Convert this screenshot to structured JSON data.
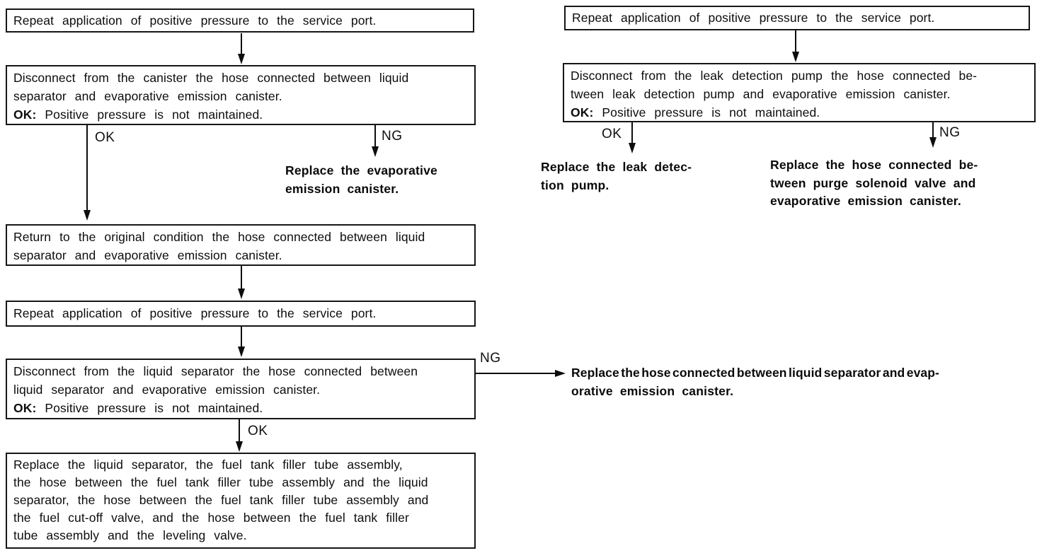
{
  "labels": {
    "ok": "OK",
    "ng": "NG"
  },
  "left": {
    "box1": {
      "text": "Repeat application of positive pressure to the service port."
    },
    "box2": {
      "line1": "Disconnect from the canister the hose connected between liquid",
      "line2": "separator and evaporative emission canister.",
      "ok_prefix": "OK:",
      "ok_text": "Positive pressure is not maintained."
    },
    "outcome_ng_canister": {
      "line1": "Replace the evaporative",
      "line2": "emission canister."
    },
    "box3": {
      "line1": "Return to the original condition the hose connected between liquid",
      "line2": "separator and evaporative emission canister."
    },
    "box4": {
      "text": "Repeat application of positive pressure to the service port."
    },
    "box5": {
      "line1": "Disconnect from the liquid separator the hose connected between",
      "line2": "liquid separator and evaporative emission canister.",
      "ok_prefix": "OK:",
      "ok_text": "Positive pressure is not maintained."
    },
    "outcome_ng_hose": {
      "line1": "Replace the hose connected between liquid separator and evap-",
      "line2": "orative emission canister."
    },
    "box6": {
      "line1": "Replace the liquid separator, the fuel tank filler tube assembly,",
      "line2": "the hose between the fuel tank filler tube assembly and the liquid",
      "line3": "separator, the hose between the fuel tank filler tube assembly and",
      "line4": "the fuel cut-off valve, and the hose between the fuel tank filler",
      "line5": "tube assembly and the leveling valve."
    }
  },
  "right": {
    "box1": {
      "text": "Repeat application of positive pressure to the service port."
    },
    "box2": {
      "line1": "Disconnect from the leak detection pump the hose connected be-",
      "line2": "tween leak detection pump and evaporative emission canister.",
      "ok_prefix": "OK:",
      "ok_text": "Positive pressure is not maintained."
    },
    "outcome_ok_pump": {
      "line1": "Replace the leak detec-",
      "line2": "tion pump."
    },
    "outcome_ng_purge": {
      "line1": "Replace the hose connected be-",
      "line2": "tween purge solenoid valve and",
      "line3": "evaporative emission canister."
    }
  }
}
